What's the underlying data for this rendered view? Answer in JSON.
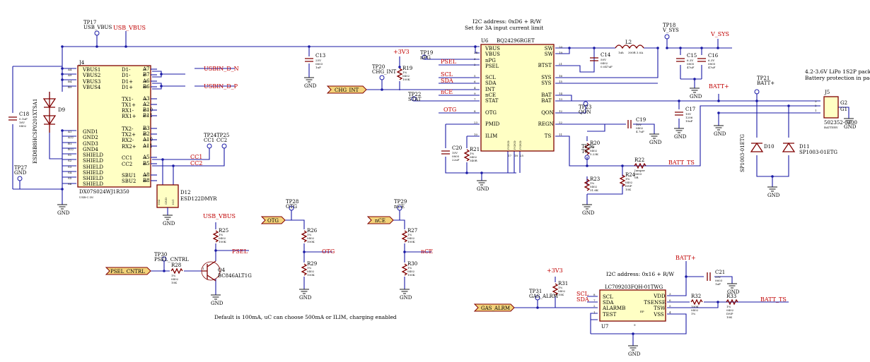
{
  "notes": {
    "i2c_charger": "I2C address: 0xD6 + R/W",
    "current_limit": "Set for 3A input current limit",
    "battery_pack_1": "4.2-3.6V LiPo 1S2P pack",
    "battery_pack_2": "Battery protection in pack",
    "i2c_gauge": "I2C address: 0x16 + R/W",
    "default_note": "Default is 100mA, uC can choose 500mA or ILIM, charging enabled"
  },
  "parts": {
    "j4": {
      "ref": "J4",
      "value": "DX07S024WJ1R350",
      "sub": "USB-C IN",
      "left_pins": [
        {
          "num": "A4",
          "name": "VBUS1"
        },
        {
          "num": "A9",
          "name": "VBUS2"
        },
        {
          "num": "B4",
          "name": "VBUS3"
        },
        {
          "num": "B9",
          "name": "VBUS4"
        },
        {
          "num": "A1",
          "name": "GND1"
        },
        {
          "num": "A12",
          "name": "GND2"
        },
        {
          "num": "B1",
          "name": "GND3"
        },
        {
          "num": "B12",
          "name": "GND4"
        },
        {
          "num": "S1",
          "name": "SHIELD"
        },
        {
          "num": "S2",
          "name": "SHIELD"
        },
        {
          "num": "S3",
          "name": "SHIELD"
        },
        {
          "num": "S4",
          "name": "SHIELD"
        },
        {
          "num": "S5",
          "name": "SHIELD"
        },
        {
          "num": "S6",
          "name": "SHIELD"
        }
      ],
      "right_pins": [
        {
          "num": "A7",
          "name": "D1-"
        },
        {
          "num": "B7",
          "name": "D1-"
        },
        {
          "num": "A6",
          "name": "D1+"
        },
        {
          "num": "B6",
          "name": "D1+"
        },
        {
          "num": "A3",
          "name": "TX1-"
        },
        {
          "num": "A2",
          "name": "TX1+"
        },
        {
          "num": "B10",
          "name": "RX1-"
        },
        {
          "num": "B11",
          "name": "RX1+"
        },
        {
          "num": "B3",
          "name": "TX2-"
        },
        {
          "num": "B2",
          "name": "TX2+"
        },
        {
          "num": "A10",
          "name": "RX2-"
        },
        {
          "num": "A11",
          "name": "RX2+"
        },
        {
          "num": "A5",
          "name": "CC1"
        },
        {
          "num": "B5",
          "name": "CC2"
        },
        {
          "num": "A8",
          "name": "SBU1"
        },
        {
          "num": "B8",
          "name": "SBU2"
        }
      ]
    },
    "u6": {
      "ref": "U6",
      "value": "BQ24296RGET",
      "left_pins": [
        {
          "num": "1",
          "name": "VBUS"
        },
        {
          "num": "24",
          "name": "VBUS"
        },
        {
          "num": "3",
          "name": "nPG"
        },
        {
          "num": "2",
          "name": "PSEL"
        },
        {
          "num": "5",
          "name": "SCL"
        },
        {
          "num": "6",
          "name": "SDA"
        },
        {
          "num": "4",
          "name": "INT"
        },
        {
          "num": "9",
          "name": "nCE"
        },
        {
          "num": "7",
          "name": "STAT"
        },
        {
          "num": "8",
          "name": "OTG"
        },
        {
          "num": "23",
          "name": "PMID"
        },
        {
          "num": "10",
          "name": "ILIM"
        }
      ],
      "right_pins": [
        {
          "num": "20",
          "name": "SW"
        },
        {
          "num": "19",
          "name": "SW"
        },
        {
          "num": "21",
          "name": "BTST"
        },
        {
          "num": "16",
          "name": "SYS"
        },
        {
          "num": "15",
          "name": "SYS"
        },
        {
          "num": "14",
          "name": "BAT"
        },
        {
          "num": "13",
          "name": "BAT"
        },
        {
          "num": "12",
          "name": "QON"
        },
        {
          "num": "22",
          "name": "REGN"
        },
        {
          "num": "11",
          "name": "TS"
        }
      ],
      "bottom_pins": [
        {
          "num": "17",
          "name": "PGND"
        },
        {
          "num": "18",
          "name": "PGND"
        },
        {
          "num": "25",
          "name": "PGND"
        }
      ]
    },
    "u7": {
      "ref": "U7",
      "value": "LC709203FQH-01TWG",
      "left_pins": [
        {
          "num": "8",
          "name": "SCL"
        },
        {
          "num": "7",
          "name": "SDA"
        },
        {
          "num": "2",
          "name": "ALARMB"
        },
        {
          "num": "1",
          "name": "TEST"
        }
      ],
      "right_pins": [
        {
          "num": "3",
          "name": "VDD"
        },
        {
          "num": "6",
          "name": "TSENSE"
        },
        {
          "num": "5",
          "name": "TSW"
        },
        {
          "num": "4",
          "name": "VSS"
        }
      ],
      "ep": "EP",
      "ep_num": "9"
    },
    "j5": {
      "ref": "J5",
      "value": "502352-0300",
      "sub": "BATTERY",
      "pins": [
        "3",
        "2",
        "1"
      ],
      "g1": "G1",
      "g2": "G2"
    },
    "d9": {
      "ref": "D9",
      "value": "ESD8B8HCSP0201XTSA1"
    },
    "d10": {
      "ref": "D10",
      "value": "SP1003-01ETG"
    },
    "d11": {
      "ref": "D11",
      "value": "SP1003-01ETG"
    },
    "d12": {
      "ref": "D12",
      "value": "ESD122DMYR",
      "pins": [
        "IO2",
        "GND",
        "IO1"
      ]
    },
    "q4": {
      "ref": "Q4",
      "value": "BC846ALT1G"
    },
    "l2": {
      "ref": "L2",
      "value": "1uh",
      "spec": "300R 3.0A"
    },
    "c13": {
      "ref": "C13",
      "spec": "25V 0603 1uF"
    },
    "c14": {
      "ref": "C14",
      "spec": "50V 0402 0.047uF"
    },
    "c15": {
      "ref": "C15",
      "spec": "6.3V 0805 47uF"
    },
    "c16": {
      "ref": "C16",
      "spec": "6.3V 0805 47uF"
    },
    "c17": {
      "ref": "C17",
      "spec": "10V 1206 10uF"
    },
    "c18": {
      "ref": "C18",
      "spec": "0.1uF 16V 0402"
    },
    "c19": {
      "ref": "C19",
      "spec": "10V 0402 4.7uF"
    },
    "c20": {
      "ref": "C20",
      "spec": "10V 0805 22uF"
    },
    "c21": {
      "ref": "C21",
      "spec": "25V 0603 1uF"
    },
    "r19": {
      "ref": "R19",
      "spec": "1% 0402 100K"
    },
    "r20": {
      "ref": "R20",
      "spec": "1% 0402 5.23K"
    },
    "r21": {
      "ref": "R21",
      "spec": "1% 0402 340R"
    },
    "r22": {
      "ref": "R22",
      "spec": "Jumper 0603 0R"
    },
    "r23": {
      "ref": "R23",
      "spec": "1% 0402 31.6K"
    },
    "r24": {
      "ref": "R24",
      "spec": "1% 0402 DNP 10K"
    },
    "r25": {
      "ref": "R25",
      "spec": "1% 0402 100K"
    },
    "r26": {
      "ref": "R26",
      "spec": "1% 0402 100K"
    },
    "r27": {
      "ref": "R27",
      "spec": "1% 0402 100K"
    },
    "r28": {
      "ref": "R28",
      "spec": "1% 0402 10K"
    },
    "r29": {
      "ref": "R29",
      "spec": "1% 0402 100K"
    },
    "r30": {
      "ref": "R30",
      "spec": "1% 0402 100K"
    },
    "r31": {
      "ref": "R31",
      "spec": "1% 0402 10K"
    },
    "r32": {
      "ref": "R32",
      "spec": "100K 0402 1%"
    },
    "r33": {
      "ref": "R33",
      "spec": "1% 0402 DNP 10K"
    }
  },
  "testpoints": {
    "tp17": {
      "ref": "TP17",
      "net": "USB_VBUS"
    },
    "tp27": {
      "ref": "TP27",
      "net": "GND"
    },
    "tp24": {
      "ref": "TP24",
      "net": "CC1"
    },
    "tp25": {
      "ref": "TP25",
      "net": "CC2"
    },
    "tp19": {
      "ref": "TP19",
      "net": "nPG"
    },
    "tp20": {
      "ref": "TP20",
      "net": "CHG_INT"
    },
    "tp22": {
      "ref": "TP22",
      "net": "STAT"
    },
    "tp18": {
      "ref": "TP18",
      "net": "V_SYS"
    },
    "tp23": {
      "ref": "TP23",
      "net": "QON"
    },
    "tp26": {
      "ref": "TP26",
      "net": "TS"
    },
    "tp21": {
      "ref": "TP21",
      "net": "BATT+"
    },
    "tp28": {
      "ref": "TP28",
      "net": "OTG"
    },
    "tp29": {
      "ref": "TP29",
      "net": "nCE"
    },
    "tp30": {
      "ref": "TP30",
      "net": "PSEL_CNTRL"
    },
    "tp31": {
      "ref": "TP31",
      "net": "GAS_ALRM"
    }
  },
  "nets": {
    "usb_vbus": "USB_VBUS",
    "usbin_dn": "USBIN_D_N",
    "usbin_dp": "USBIN_D_P",
    "cc1": "CC1",
    "cc2": "CC2",
    "v_sys": "V_SYS",
    "v3v3": "+3V3",
    "psel": "PSEL",
    "scl": "SCL",
    "sda": "SDA",
    "nce": "nCE",
    "otg": "OTG",
    "batt_plus": "BATT+",
    "batt_ts": "BATT_TS",
    "gnd": "GND"
  },
  "ports": {
    "chg_int": "CHG_INT",
    "otg": "OTG",
    "nce": "nCE",
    "psel_cntrl": "PSEL_CNTRL",
    "gas_alrm": "GAS_ALRM"
  }
}
